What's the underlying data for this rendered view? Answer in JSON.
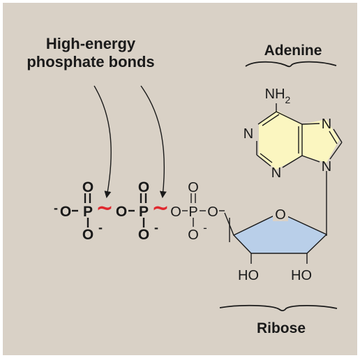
{
  "colors": {
    "background": "#d9d1c6",
    "adenine_fill": "#fbf6c0",
    "ribose_fill": "#b9cfe9",
    "high_energy_bond": "#e0282e"
  },
  "labels": {
    "title_line1": "High-energy",
    "title_line2": "phosphate bonds",
    "adenine": "Adenine",
    "ribose": "Ribose"
  },
  "phosphates": [
    {
      "o_top": "O",
      "o_left": "O",
      "p": "P",
      "o_bottom": "O"
    },
    {
      "o_top": "O",
      "o_left": "O",
      "p": "P",
      "o_bottom": "O"
    },
    {
      "o_top": "O",
      "o_left": "O",
      "p": "P",
      "o_bottom": "O"
    }
  ],
  "phosphate_chain": {
    "charge": "-",
    "high_energy_bond": "~",
    "bridge_o": "O"
  },
  "adenine_atoms": {
    "amine": "NH",
    "amine_sub": "2",
    "n1": "N",
    "n3": "N",
    "n7": "N",
    "n9": "N"
  },
  "ribose_atoms": {
    "ring_o": "O",
    "hydroxyl_2": "HO",
    "hydroxyl_3": "HO"
  }
}
